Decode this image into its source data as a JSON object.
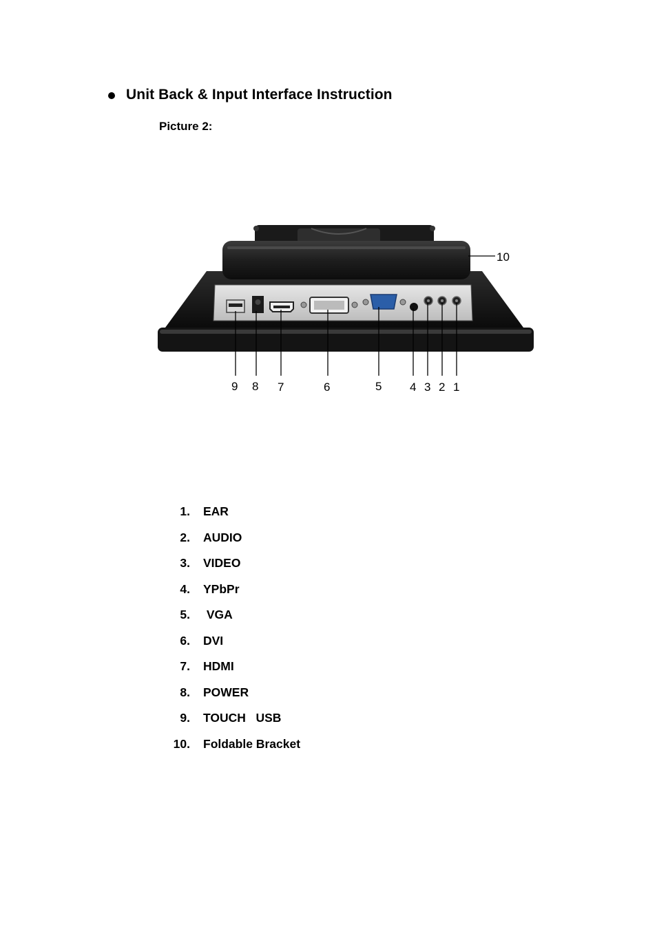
{
  "section": {
    "bullet_icon": "filled-circle-bullet",
    "title": "Unit Back & Input Interface Instruction",
    "caption": "Picture 2:"
  },
  "figure": {
    "callouts": {
      "c1": "1",
      "c2": "2",
      "c3": "3",
      "c4": "4",
      "c5": "5",
      "c6": "6",
      "c7": "7",
      "c8": "8",
      "c9": "9",
      "c10": "10"
    }
  },
  "items": [
    {
      "num": "1.",
      "label": "EAR"
    },
    {
      "num": "2.",
      "label": "AUDIO"
    },
    {
      "num": "3.",
      "label": "VIDEO"
    },
    {
      "num": "4.",
      "label": "YPbPr"
    },
    {
      "num": "5.",
      "label": " VGA"
    },
    {
      "num": "6.",
      "label": "DVI"
    },
    {
      "num": "7.",
      "label": "HDMI"
    },
    {
      "num": "8.",
      "label": "POWER"
    },
    {
      "num": "9.",
      "label": "TOUCH   USB"
    },
    {
      "num": "10.",
      "label": "Foldable Bracket"
    }
  ]
}
